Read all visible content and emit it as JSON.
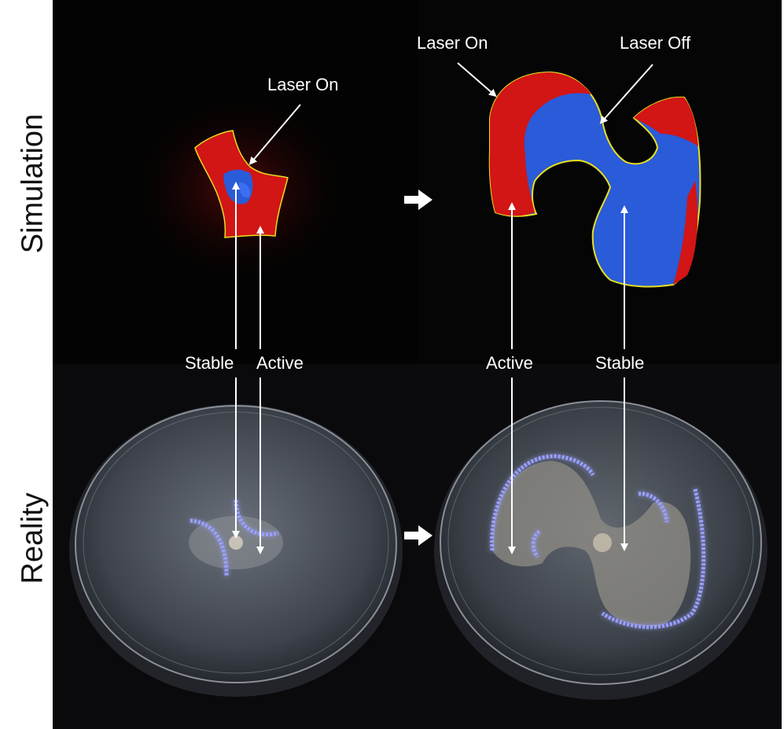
{
  "row_labels": {
    "simulation": "Simulation",
    "reality": "Reality"
  },
  "annotations": {
    "left_sim_laser_on": "Laser On",
    "right_sim_laser_on": "Laser On",
    "right_sim_laser_off": "Laser Off",
    "left_stable": "Stable",
    "left_active": "Active",
    "right_active": "Active",
    "right_stable": "Stable"
  },
  "colors": {
    "active": "#e01010",
    "stable": "#2a5bd8",
    "outline": "#e8e020",
    "laser": "#9aa0ff"
  }
}
